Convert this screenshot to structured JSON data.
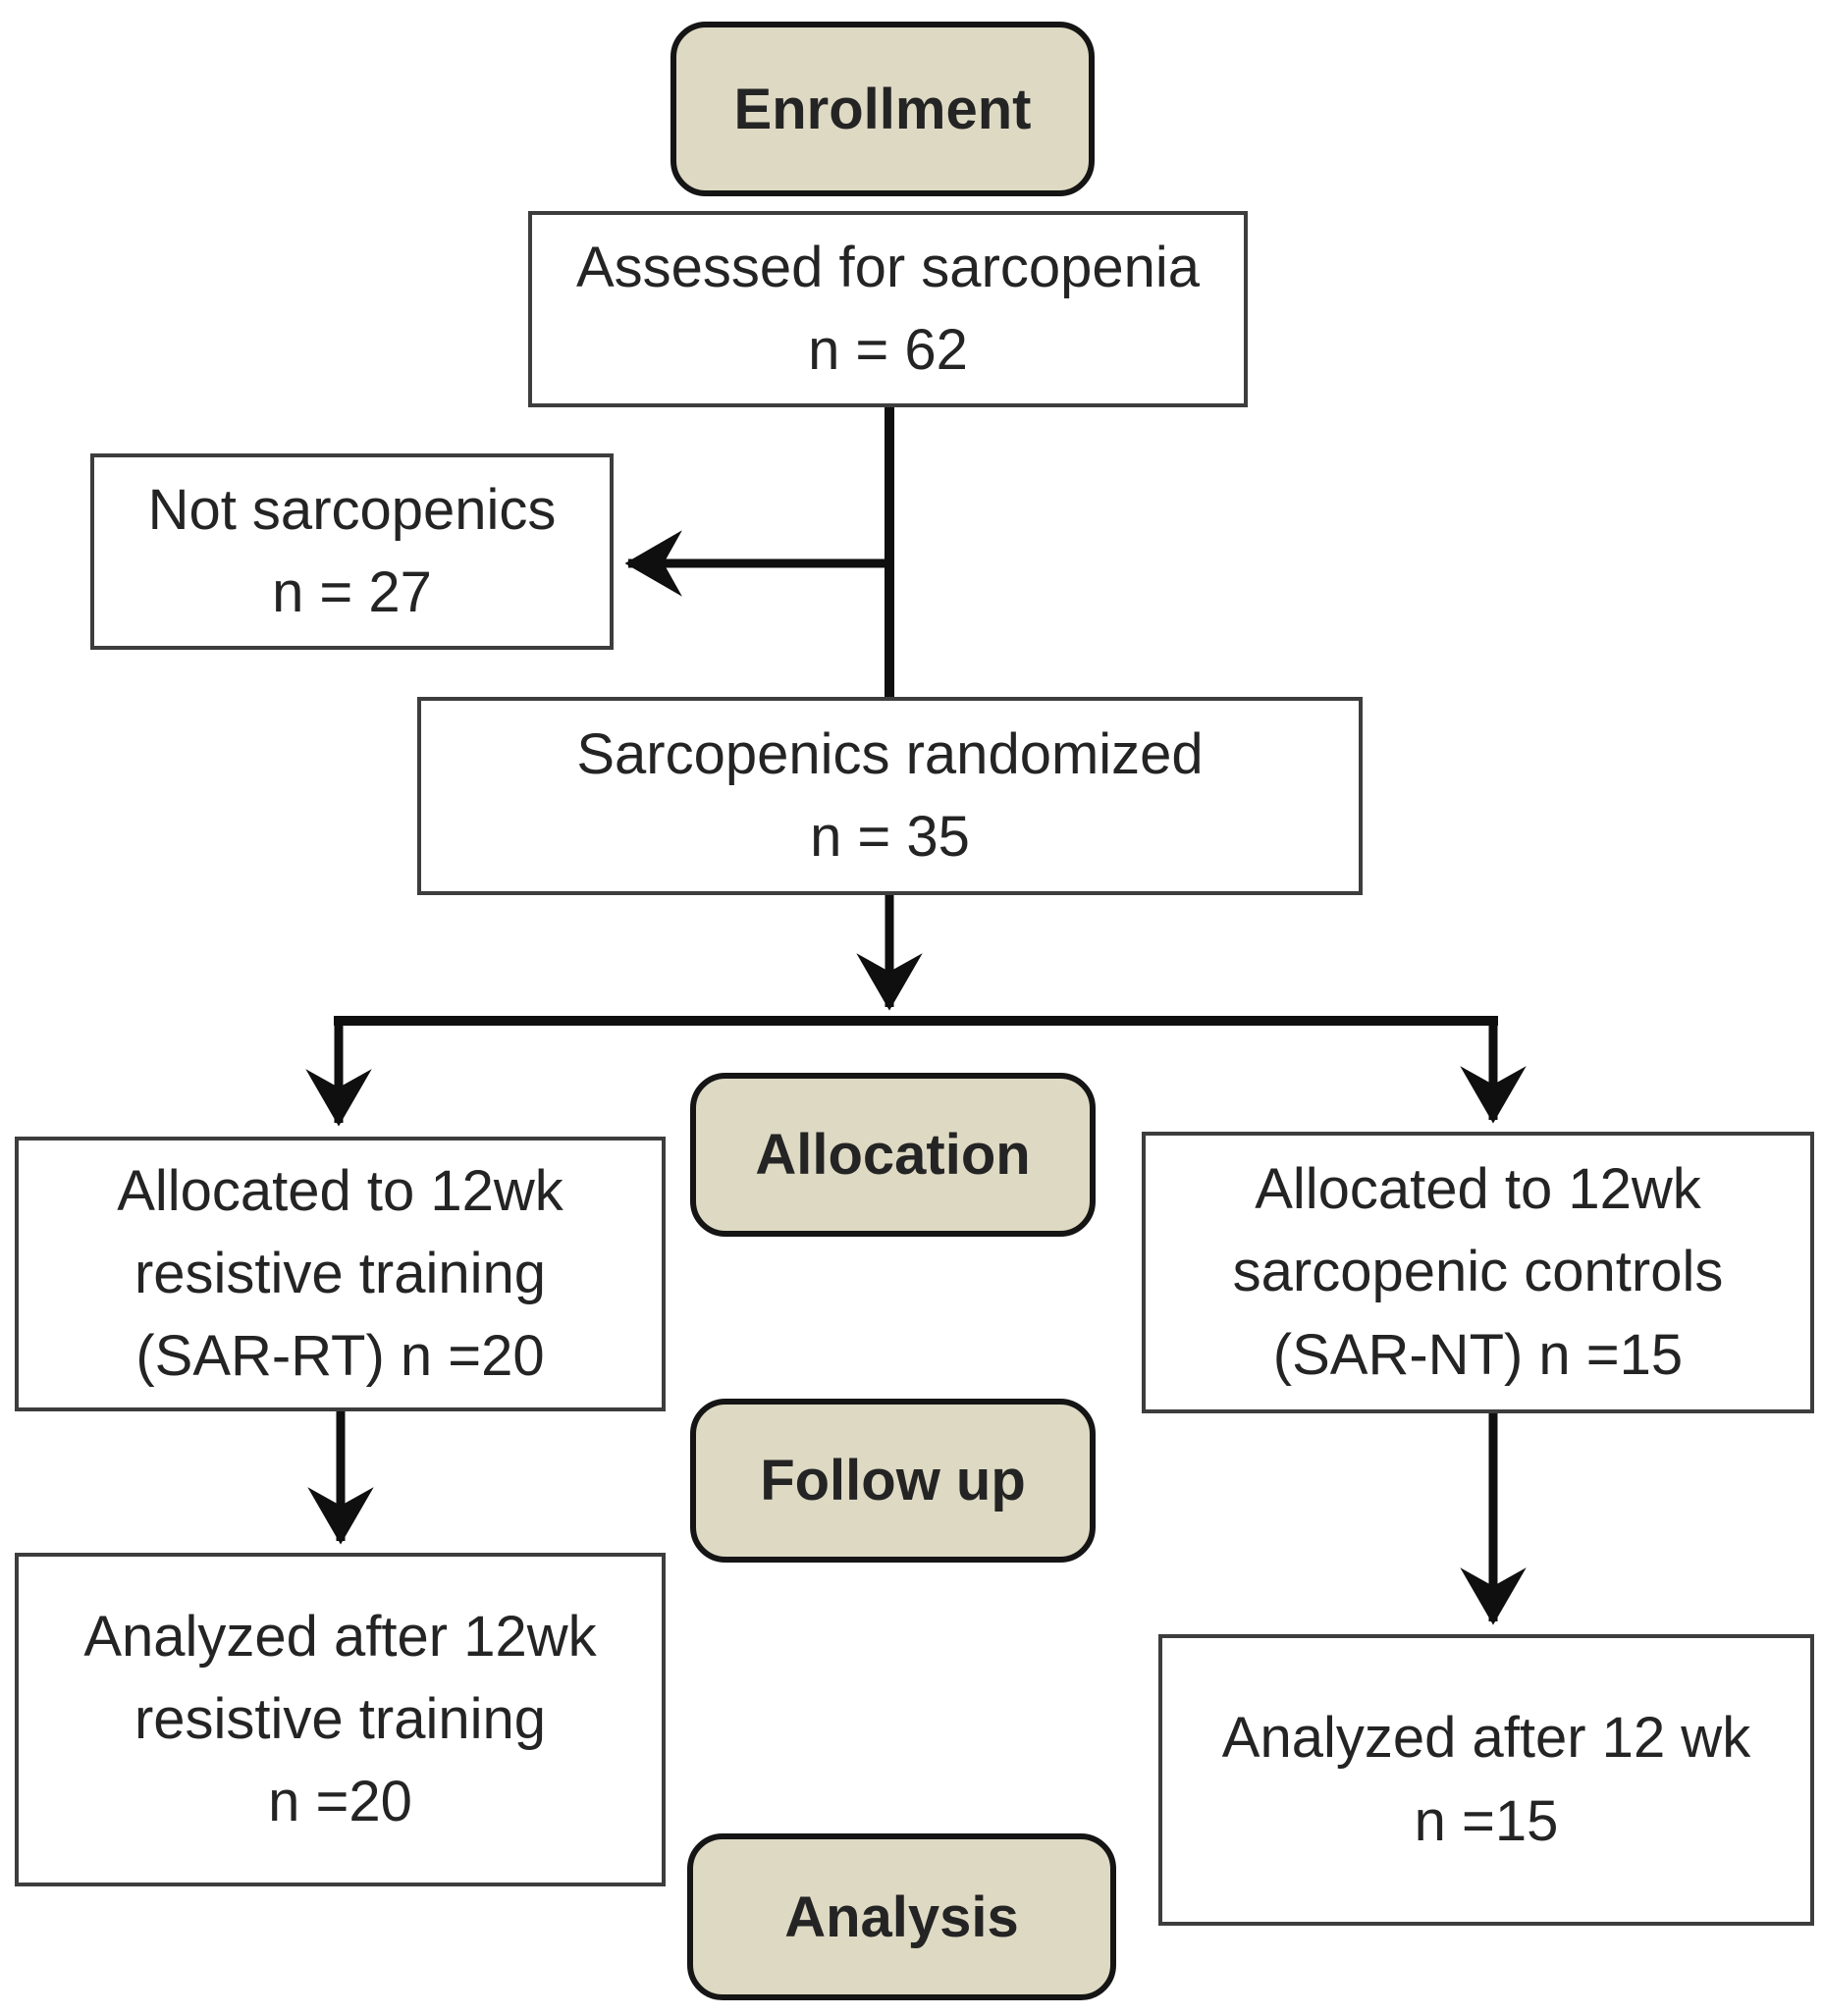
{
  "title": "CONSORT-style participant flow diagram",
  "stages": {
    "enrollment": {
      "label": "Enrollment"
    },
    "allocation": {
      "label": "Allocation"
    },
    "followup": {
      "label": "Follow up"
    },
    "analysis": {
      "label": "Analysis"
    }
  },
  "nodes": {
    "assessed": {
      "line1": "Assessed for sarcopenia",
      "line2": "n = 62"
    },
    "not_sarcopenic": {
      "line1": "Not sarcopenics",
      "line2": "n = 27"
    },
    "randomized": {
      "line1": "Sarcopenics randomized",
      "line2": "n = 35"
    },
    "alloc_rt": {
      "line1": "Allocated to 12wk",
      "line2": "resistive training",
      "line3": "(SAR-RT) n =20"
    },
    "alloc_nt": {
      "line1": "Allocated to 12wk",
      "line2": "sarcopenic controls",
      "line3": "(SAR-NT) n =15"
    },
    "analyzed_rt": {
      "line1": "Analyzed after 12wk",
      "line2": "resistive training",
      "line3": "n =20"
    },
    "analyzed_nt": {
      "line1": "Analyzed after 12 wk",
      "line2": "n =15"
    }
  },
  "counts": {
    "assessed": 62,
    "not_sarcopenic": 27,
    "randomized": 35,
    "allocated_sar_rt": 20,
    "allocated_sar_nt": 15,
    "analyzed_sar_rt": 20,
    "analyzed_sar_nt": 15
  },
  "colors": {
    "stage_fill": "#ddd9c3",
    "stage_border": "#151515",
    "box_fill": "#ffffff",
    "box_border": "#3d3d3d",
    "arrow": "#0f0f0f",
    "text": "#242424",
    "background": "#ffffff"
  }
}
